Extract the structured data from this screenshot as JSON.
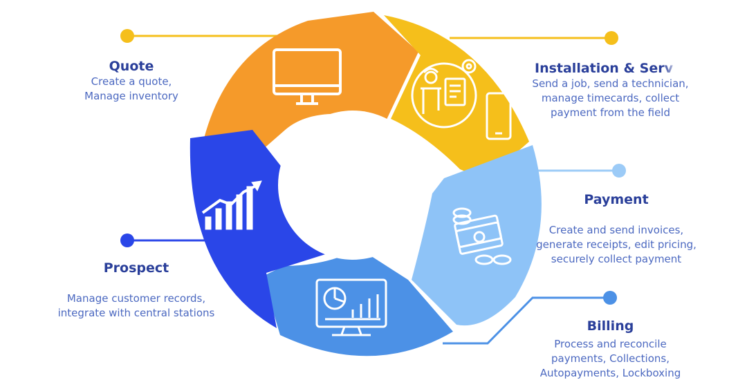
{
  "stages": {
    "quote": {
      "title": "Quote",
      "desc": [
        "Create a quote,",
        "Manage inventory"
      ],
      "color": "#F59A2A"
    },
    "install": {
      "title": "Installation & Serv",
      "desc": [
        "Send a job, send a technician,",
        "manage timecards, collect",
        "payment from the field"
      ],
      "color": "#F5BF1B"
    },
    "payment": {
      "title": "Payment",
      "desc": [
        "Create and send invoices,",
        "generate receipts, edit pricing,",
        "securely collect payment"
      ],
      "color": "#8EC3F7"
    },
    "billing": {
      "title": "Billing",
      "desc": [
        "Process and reconcile",
        "payments, Collections,",
        "Autopayments, Lockboxing"
      ],
      "color": "#4C91E6"
    },
    "prospect": {
      "title": "Prospect",
      "desc": [
        "Manage customer records,",
        "integrate with central stations"
      ],
      "color": "#2A46E8"
    }
  },
  "icons": {
    "quote": "desktop-monitor-icon",
    "install": "technician-clipboard-phone-icon",
    "payment": "banknotes-coins-icon",
    "billing": "analytics-dashboard-monitor-icon",
    "prospect": "growth-bar-chart-icon"
  }
}
